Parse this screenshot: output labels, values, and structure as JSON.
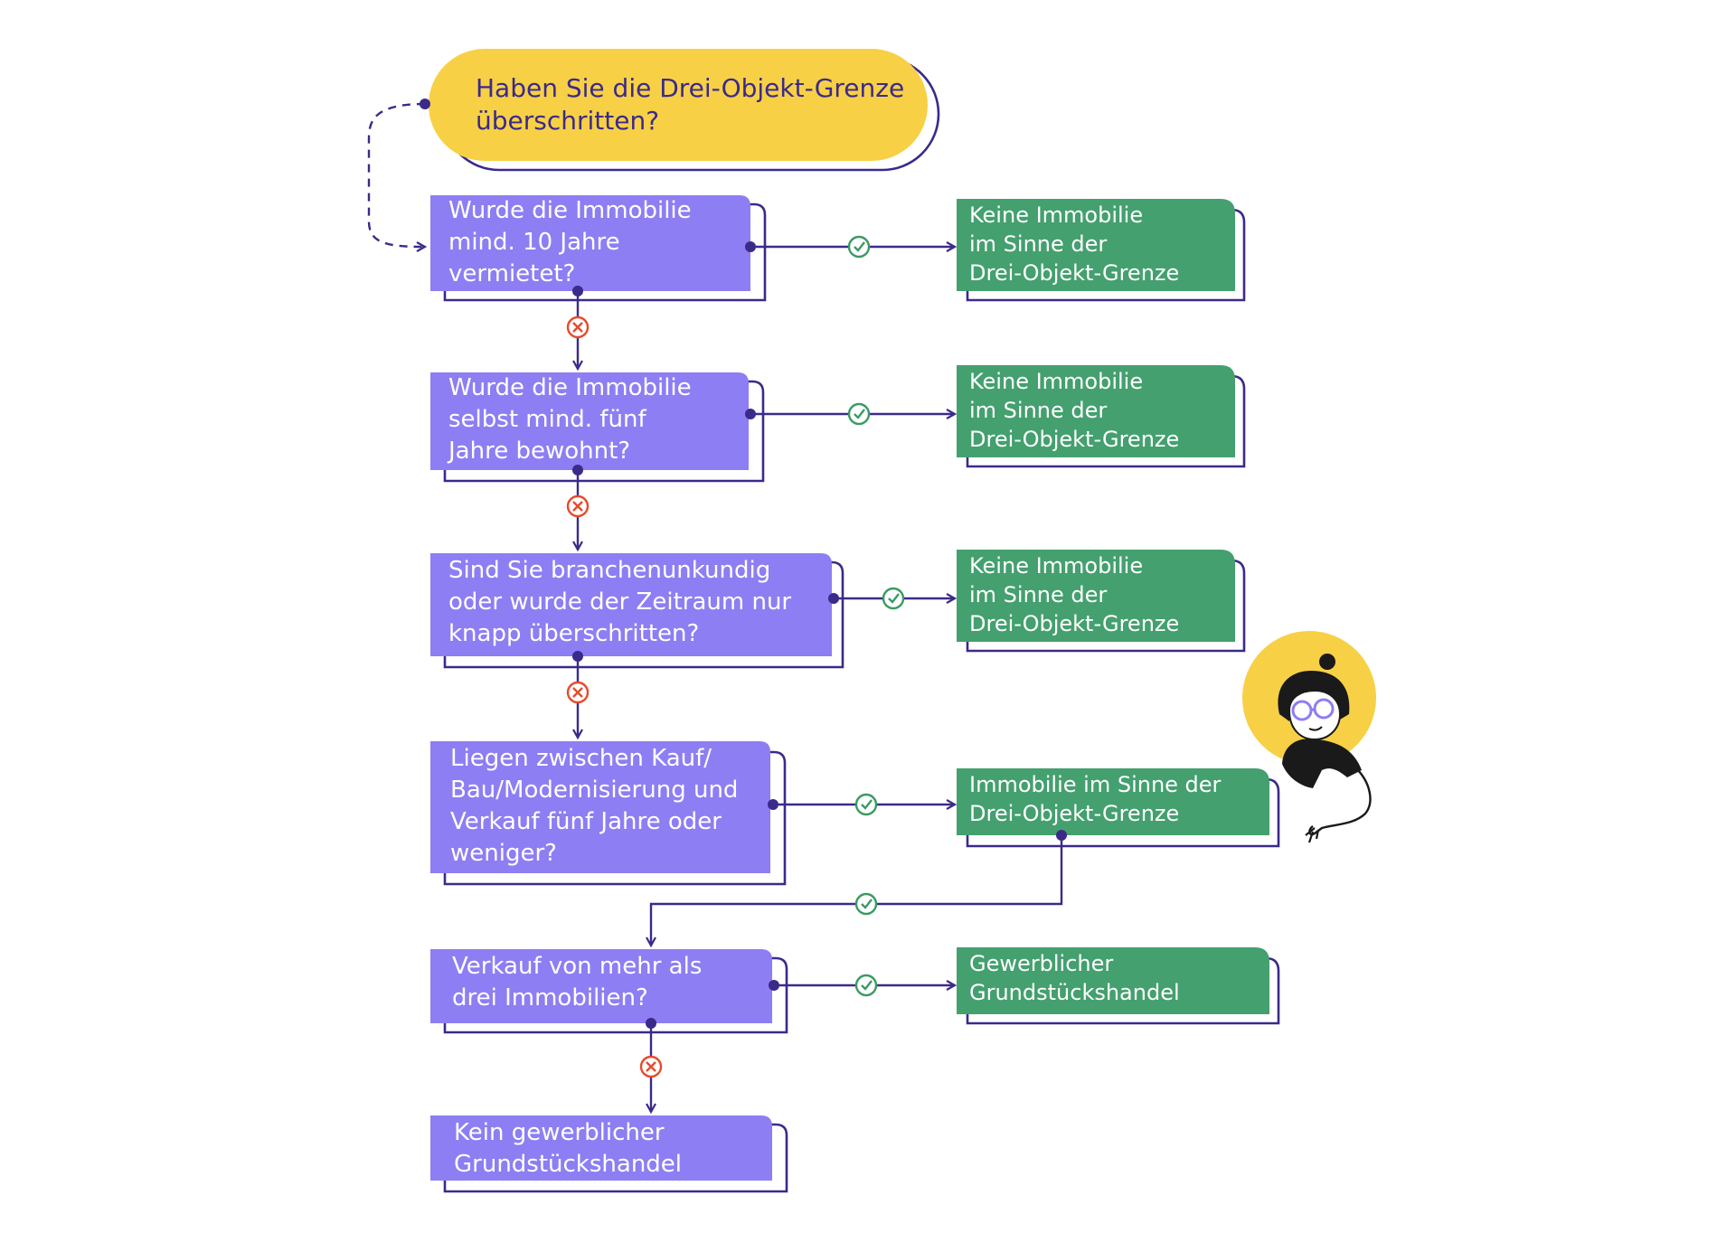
{
  "colors": {
    "question_fill": "#8d7ef3",
    "result_fill": "#44a06f",
    "start_fill": "#f7d046",
    "outline": "#3b2a8a",
    "yes_mark": "#3a9a63",
    "no_mark": "#e64a2c"
  },
  "start": {
    "lines": [
      "Haben Sie die Drei-Objekt-Grenze",
      "überschritten?"
    ]
  },
  "questions": [
    {
      "id": "q1",
      "lines": [
        "Wurde die Immobilie",
        "mind. 10 Jahre",
        "vermietet?"
      ]
    },
    {
      "id": "q2",
      "lines": [
        "Wurde die Immobilie",
        "selbst mind. fünf",
        "Jahre bewohnt?"
      ]
    },
    {
      "id": "q3",
      "lines": [
        "Sind Sie branchenunkundig",
        "oder wurde der Zeitraum nur",
        "knapp überschritten?"
      ]
    },
    {
      "id": "q4",
      "lines": [
        "Liegen zwischen Kauf/",
        "Bau/Modernisierung und",
        "Verkauf fünf Jahre oder",
        "weniger?"
      ]
    },
    {
      "id": "q5",
      "lines": [
        "Verkauf von mehr als",
        "drei Immobilien?"
      ]
    },
    {
      "id": "q6",
      "lines": [
        "Kein gewerblicher",
        "Grundstückshandel"
      ]
    }
  ],
  "results": [
    {
      "id": "r1",
      "lines": [
        "Keine Immobilie",
        "im Sinne der",
        "Drei-Objekt-Grenze"
      ]
    },
    {
      "id": "r2",
      "lines": [
        "Keine Immobilie",
        "im Sinne der",
        "Drei-Objekt-Grenze"
      ]
    },
    {
      "id": "r3",
      "lines": [
        "Keine Immobilie",
        "im Sinne der",
        "Drei-Objekt-Grenze"
      ]
    },
    {
      "id": "r4",
      "lines": [
        "Immobilie im Sinne der",
        "Drei-Objekt-Grenze"
      ]
    },
    {
      "id": "r5",
      "lines": [
        "Gewerblicher",
        "Grundstückshandel"
      ]
    }
  ],
  "edges": [
    {
      "from": "start",
      "to": "q1",
      "style": "dashed"
    },
    {
      "from": "q1",
      "to": "r1",
      "answer": "yes"
    },
    {
      "from": "q1",
      "to": "q2",
      "answer": "no"
    },
    {
      "from": "q2",
      "to": "r2",
      "answer": "yes"
    },
    {
      "from": "q2",
      "to": "q3",
      "answer": "no"
    },
    {
      "from": "q3",
      "to": "r3",
      "answer": "yes"
    },
    {
      "from": "q3",
      "to": "q4",
      "answer": "no"
    },
    {
      "from": "q4",
      "to": "r4",
      "answer": "yes"
    },
    {
      "from": "r4",
      "to": "q5",
      "answer": "yes"
    },
    {
      "from": "q5",
      "to": "r5",
      "answer": "yes"
    },
    {
      "from": "q5",
      "to": "q6",
      "answer": "no"
    }
  ],
  "illustration": {
    "icon": "woman-with-glasses-pointing-illustration"
  }
}
